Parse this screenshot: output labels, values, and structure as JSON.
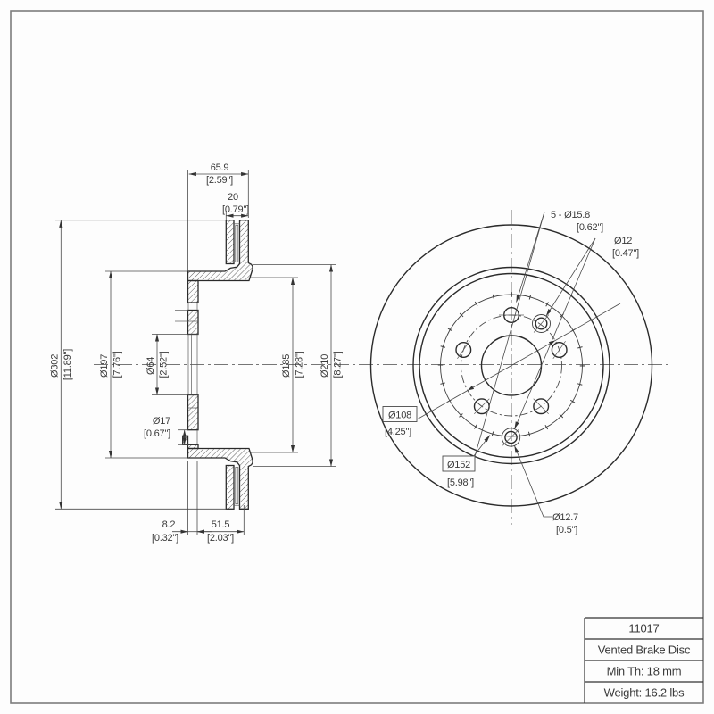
{
  "left_view": {
    "overall_height": {
      "mm": "65.9",
      "inch": "[2.59\"]"
    },
    "disc_thickness": {
      "mm": "20",
      "inch": "[0.79\"]"
    },
    "outer_diameter": {
      "mm": "Ø302",
      "inch": "[11.89\"]"
    },
    "hat_diameter": {
      "mm": "Ø197",
      "inch": "[7.76\"]"
    },
    "center_bore": {
      "mm": "Ø64",
      "inch": "[2.52\"]"
    },
    "hole_17": {
      "mm": "Ø17",
      "inch": "[0.67\"]"
    },
    "friction_inner_diameter": {
      "mm": "Ø185",
      "inch": "[7.28\"]"
    },
    "flare_diameter": {
      "mm": "Ø210",
      "inch": "[8.27\"]"
    },
    "flange_thickness": {
      "mm": "8.2",
      "inch": "[0.32\"]"
    },
    "hat_depth": {
      "mm": "51.5",
      "inch": "[2.03\"]"
    }
  },
  "front_view": {
    "lug_holes": {
      "mm": "5 - Ø15.8",
      "inch": "[0.62\"]"
    },
    "hole_12": {
      "mm": "Ø12",
      "inch": "[0.47\"]"
    },
    "bolt_circle": {
      "mm": "Ø108",
      "inch": "[4.25\"]"
    },
    "drum_diameter": {
      "mm": "Ø152",
      "inch": "[5.98\"]"
    },
    "hole_12_7": {
      "mm": "Ø12.7",
      "inch": "[0.5\"]"
    }
  },
  "title_block": {
    "part_number": "11017",
    "description": "Vented Brake Disc",
    "min_thickness": "Min Th: 18 mm",
    "weight": "Weight: 16.2 lbs"
  }
}
